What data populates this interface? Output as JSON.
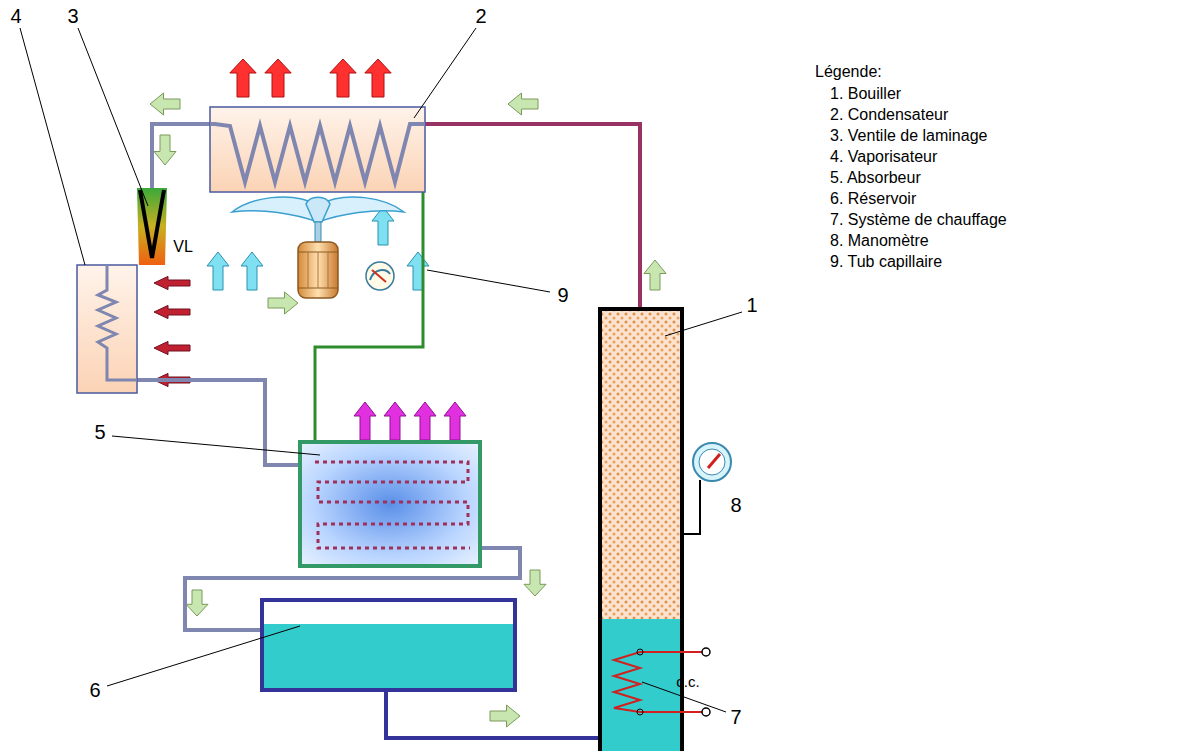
{
  "diagram": {
    "labels": [
      "4",
      "3",
      "2",
      "VL",
      "9",
      "1",
      "5",
      "8",
      "6",
      "c.c.",
      "7",
      "Légende:"
    ],
    "legend": [
      {
        "text": "1. Bouiller"
      },
      {
        "text": "2. Condensateur"
      },
      {
        "text": "3. Ventile de laminage"
      },
      {
        "text": "4. Vaporisateur"
      },
      {
        "text": "5. Absorbeur"
      },
      {
        "text": "6. Réservoir"
      },
      {
        "text": "7. Système de chauffage"
      },
      {
        "text": "8. Manomètre"
      },
      {
        "text": "9. Tub capillaire"
      }
    ]
  }
}
